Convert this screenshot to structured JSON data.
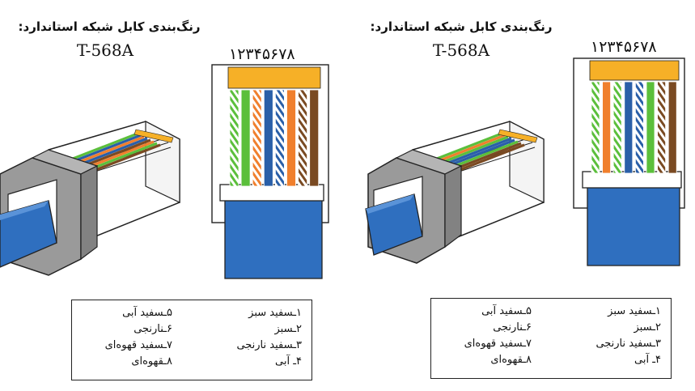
{
  "colors": {
    "white": "#ffffff",
    "green": "#5bbf3b",
    "orange": "#f07f2d",
    "blue": "#2a5fa8",
    "brown": "#7a4a22",
    "gold": "#f6b027",
    "jacket": "#2f6fbf",
    "connector_grey": "#9a9a9a",
    "outline": "#222222"
  },
  "diagrams": [
    {
      "heading": "رنگ‌بندی کابل شبکه استاندارد:",
      "standard": "T-568A",
      "pin_numbers": "۱۲۳۴۵۶۷۸",
      "wires": [
        {
          "pin": 1,
          "color": "green",
          "striped": true
        },
        {
          "pin": 2,
          "color": "green",
          "striped": false
        },
        {
          "pin": 3,
          "color": "orange",
          "striped": true
        },
        {
          "pin": 4,
          "color": "blue",
          "striped": false
        },
        {
          "pin": 5,
          "color": "blue",
          "striped": true
        },
        {
          "pin": 6,
          "color": "orange",
          "striped": false
        },
        {
          "pin": 7,
          "color": "brown",
          "striped": true
        },
        {
          "pin": 8,
          "color": "brown",
          "striped": false
        }
      ],
      "legend_right": [
        "۱ـسفید سبز",
        "۲ـسبز",
        "۳ـسفید نارنجی",
        "۴ـ آبی"
      ],
      "legend_left": [
        "۵ـسفید آبی",
        "۶ـنارنجی",
        "۷ـسفید قهوه‌ای",
        "۸ـقهوه‌ای"
      ]
    },
    {
      "heading": "رنگ‌بندی کابل شبکه استاندارد:",
      "standard": "T-568A",
      "pin_numbers": "۱۲۳۴۵۶۷۸",
      "wires": [
        {
          "pin": 1,
          "color": "green",
          "striped": true
        },
        {
          "pin": 2,
          "color": "orange",
          "striped": false
        },
        {
          "pin": 3,
          "color": "green",
          "striped": true
        },
        {
          "pin": 4,
          "color": "blue",
          "striped": false
        },
        {
          "pin": 5,
          "color": "blue",
          "striped": true
        },
        {
          "pin": 6,
          "color": "green",
          "striped": false
        },
        {
          "pin": 7,
          "color": "brown",
          "striped": true
        },
        {
          "pin": 8,
          "color": "brown",
          "striped": false
        }
      ],
      "legend_right": [
        "۱ـسفید سبز",
        "۲ـسبز",
        "۳ـسفید نارنجی",
        "۴ـ آبی"
      ],
      "legend_left": [
        "۵ـسفید آبی",
        "۶ـنارنجی",
        "۷ـسفید قهوه‌ای",
        "۸ـقهوه‌ای"
      ]
    }
  ]
}
